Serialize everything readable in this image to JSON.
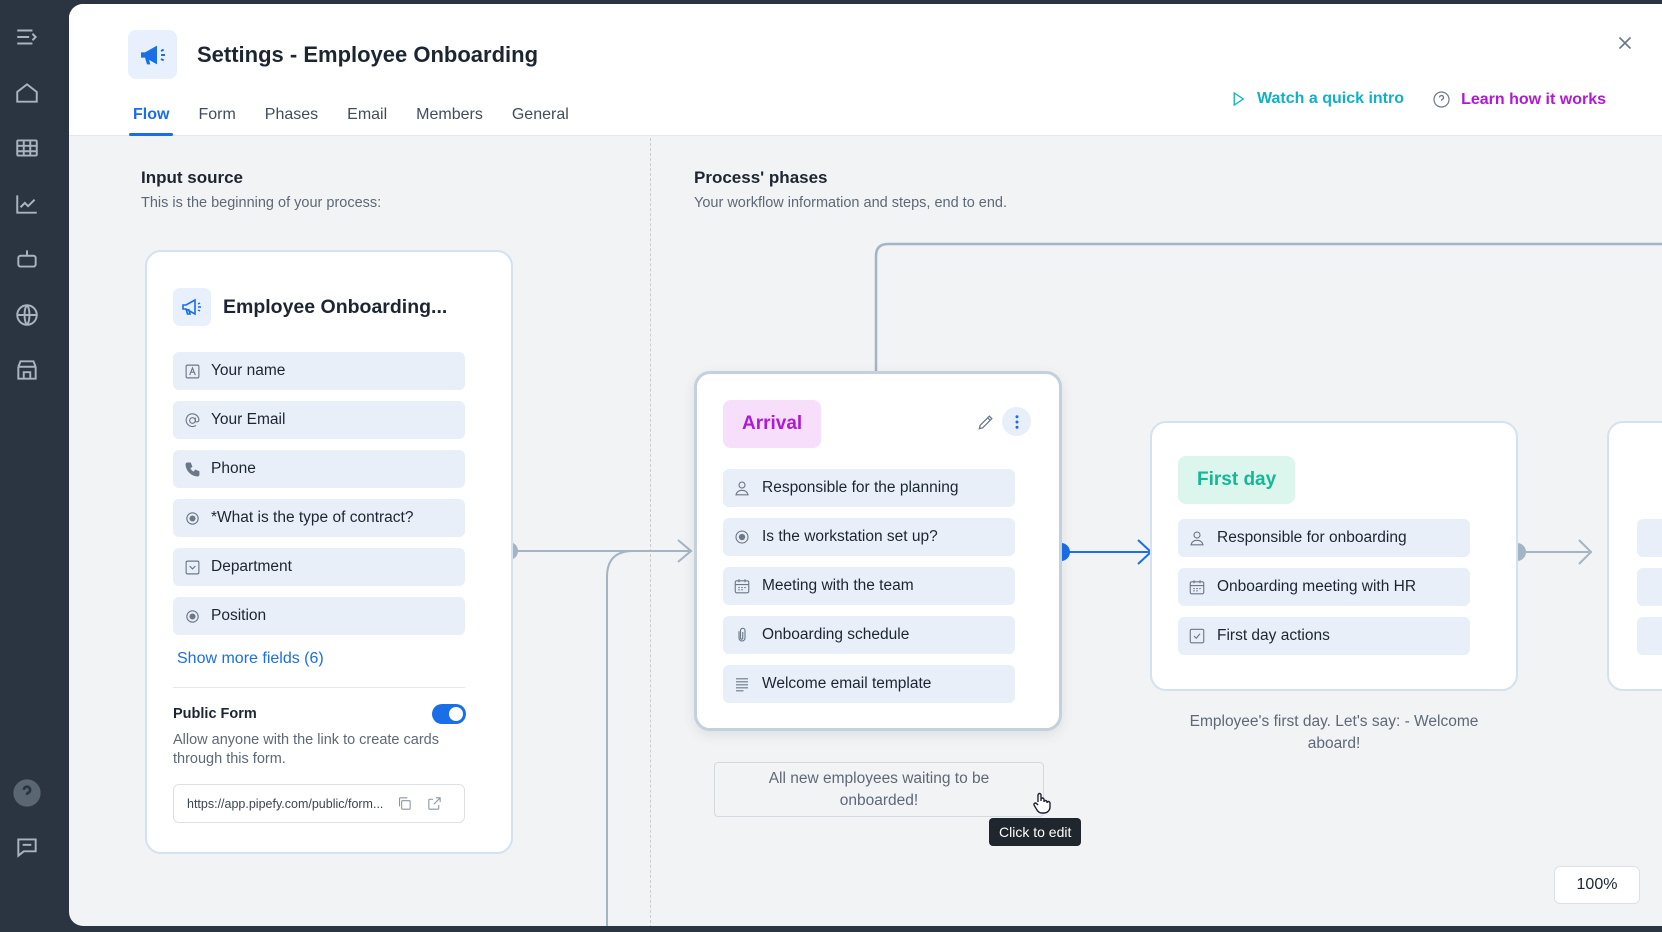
{
  "rail": {
    "icons": [
      "menu-expand-icon",
      "home-icon",
      "table-icon",
      "chart-icon",
      "robot-icon",
      "globe-icon",
      "store-icon",
      "help-icon",
      "chat-icon"
    ]
  },
  "header": {
    "title": "Settings - Employee Onboarding",
    "tabs": [
      {
        "label": "Flow",
        "active": true
      },
      {
        "label": "Form",
        "active": false
      },
      {
        "label": "Phases",
        "active": false
      },
      {
        "label": "Email",
        "active": false
      },
      {
        "label": "Members",
        "active": false
      },
      {
        "label": "General",
        "active": false
      }
    ],
    "watch_intro": "Watch a quick intro",
    "learn_how": "Learn how it works"
  },
  "input_source": {
    "title": "Input source",
    "subtitle": "This is the beginning of your process:",
    "form_name": "Employee Onboarding...",
    "fields": [
      {
        "label": "Your name",
        "icon": "text-field-icon"
      },
      {
        "label": "Your Email",
        "icon": "at-sign-icon"
      },
      {
        "label": "Phone",
        "icon": "phone-icon"
      },
      {
        "label": "*What is the type of contract?",
        "icon": "radio-icon"
      },
      {
        "label": "Department",
        "icon": "dropdown-icon"
      },
      {
        "label": "Position",
        "icon": "radio-icon"
      }
    ],
    "show_more": "Show more fields (6)",
    "public_form_label": "Public Form",
    "public_form_enabled": true,
    "public_form_desc": "Allow anyone with the link to create cards through this form.",
    "public_url": "https://app.pipefy.com/public/form..."
  },
  "phases_section": {
    "title": "Process' phases",
    "subtitle": "Your workflow information and steps, end to end."
  },
  "phases": [
    {
      "name": "Arrival",
      "color": "#b018d8",
      "bg": "#f7dffb",
      "fields": [
        {
          "label": "Responsible for the planning",
          "icon": "user-icon"
        },
        {
          "label": "Is the workstation set up?",
          "icon": "radio-icon"
        },
        {
          "label": "Meeting with the team",
          "icon": "calendar-icon"
        },
        {
          "label": "Onboarding schedule",
          "icon": "paperclip-icon"
        },
        {
          "label": "Welcome email template",
          "icon": "long-text-icon"
        }
      ],
      "description": "All new employees waiting to be onboarded!"
    },
    {
      "name": "First day",
      "color": "#14b896",
      "bg": "#dcf6ee",
      "fields": [
        {
          "label": "Responsible for onboarding",
          "icon": "user-icon"
        },
        {
          "label": "Onboarding meeting with HR",
          "icon": "calendar-icon"
        },
        {
          "label": "First day actions",
          "icon": "checkbox-icon"
        }
      ],
      "description": "Employee's first day. Let's say: - Welcome aboard!"
    }
  ],
  "tooltip": "Click to edit",
  "zoom": "100%"
}
